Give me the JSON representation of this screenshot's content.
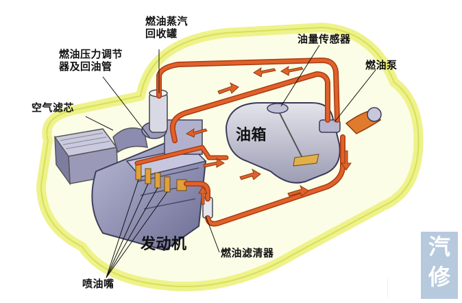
{
  "labels": {
    "vapor_canister": "燃油蒸汽\n回收罐",
    "pressure_regulator": "燃油压力调节\n器及回油管",
    "fuel_level_sensor": "油量传感器",
    "fuel_pump": "燃油泵",
    "air_filter": "空气滤芯",
    "fuel_tank": "油箱",
    "engine": "发动机",
    "fuel_filter": "燃油滤清器",
    "injector": "喷油嘴"
  },
  "watermark": {
    "line1": "汽",
    "line2": "修"
  },
  "colors": {
    "pipe": "#d9531f",
    "pipe_dark": "#a83a12",
    "car_outline": "#eef28a",
    "engine_metal": "#8f8fb8"
  }
}
